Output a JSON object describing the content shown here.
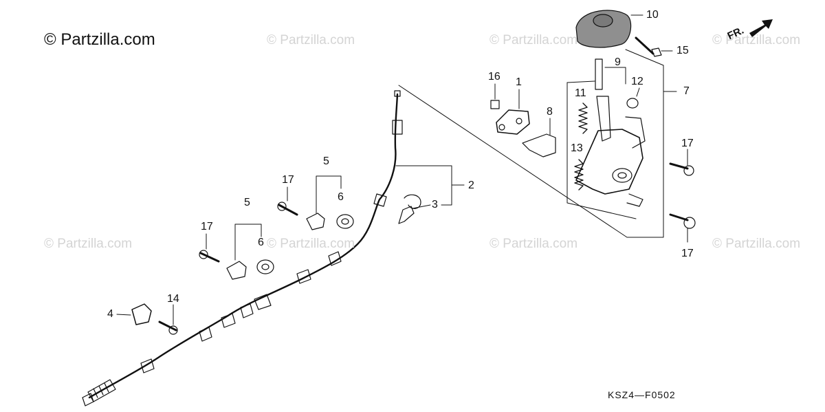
{
  "copyright": "© Partzilla.com",
  "watermark": "© Partzilla.com",
  "direction_label": "FR.",
  "diagram_code": "KSZ4—F0502",
  "callouts": [
    "1",
    "2",
    "3",
    "4",
    "5",
    "5",
    "6",
    "6",
    "7",
    "8",
    "9",
    "10",
    "11",
    "12",
    "13",
    "14",
    "15",
    "16",
    "17",
    "17",
    "17",
    "17"
  ],
  "colors": {
    "line": "#111111",
    "watermark": "#d4d4d4"
  },
  "icons": [
    "forward-arrow-icon"
  ]
}
